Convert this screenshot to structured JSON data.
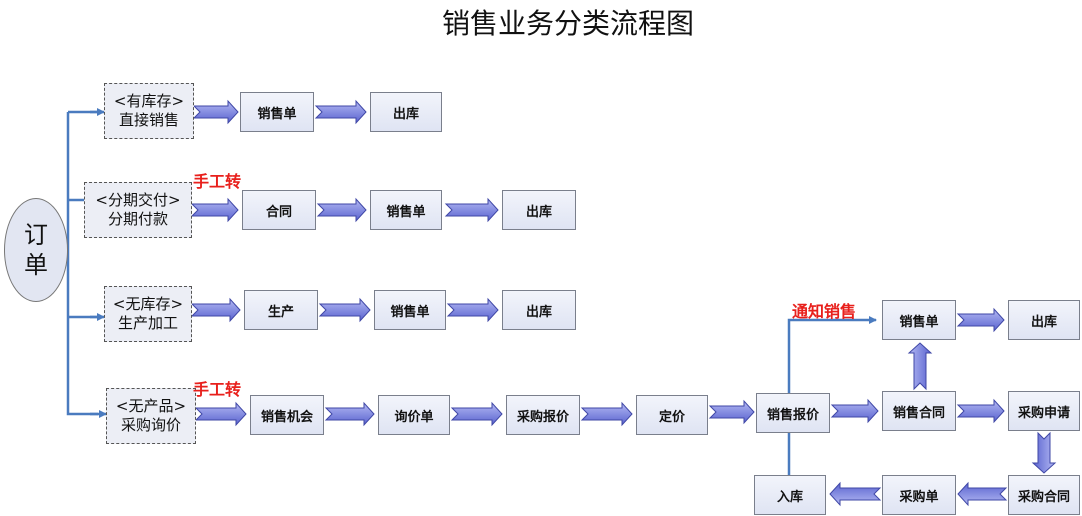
{
  "title": "销售业务分类流程图",
  "order": {
    "line1": "订",
    "line2": "单"
  },
  "categories": [
    {
      "line1": "<有库存>",
      "line2": "直接销售"
    },
    {
      "line1": "<分期交付>",
      "line2": "分期付款"
    },
    {
      "line1": "<无库存>",
      "line2": "生产加工"
    },
    {
      "line1": "<无产品>",
      "line2": "采购询价"
    }
  ],
  "notes": {
    "manual_1": "手工转",
    "manual_2": "手工转",
    "notify": "通知销售"
  },
  "flow1": [
    "销售单",
    "出库"
  ],
  "flow2": [
    "合同",
    "销售单",
    "出库"
  ],
  "flow3": [
    "生产",
    "销售单",
    "出库"
  ],
  "flow4": [
    "销售机会",
    "询价单",
    "采购报价",
    "定价",
    "销售报价",
    "销售合同",
    "采购申请"
  ],
  "loop": [
    "采购合同",
    "采购单",
    "入库"
  ],
  "top_right": [
    "销售单",
    "出库"
  ]
}
